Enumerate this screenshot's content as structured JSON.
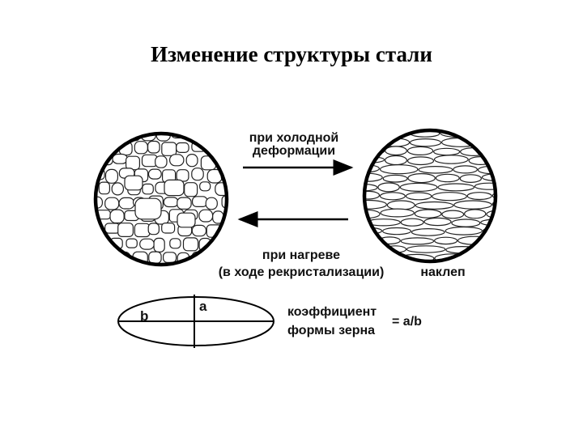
{
  "title": "Изменение структуры стали",
  "arrow_top": {
    "line1": "при холодной",
    "line2": "деформации"
  },
  "arrow_bottom": {
    "line1": "при нагреве",
    "line2": "(в ходе рекристализации)"
  },
  "right_label": "наклеп",
  "ellipse": {
    "b_label": "b",
    "a_label": "a"
  },
  "coefficient": {
    "line1": "коэффициент",
    "line2": "формы зерна",
    "formula": "= a/b"
  },
  "colors": {
    "ink": "#000000",
    "background": "#ffffff"
  }
}
